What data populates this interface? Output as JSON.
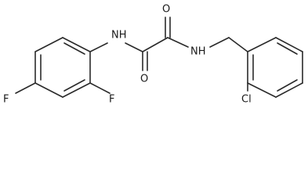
{
  "molecule": {
    "atoms": {
      "oxygen_top": "O",
      "oxygen_bottom": "O",
      "nh_left": "NH",
      "nh_right": "NH",
      "fluorine_left": "F",
      "fluorine_ortho": "F",
      "chlorine": "Cl"
    }
  }
}
